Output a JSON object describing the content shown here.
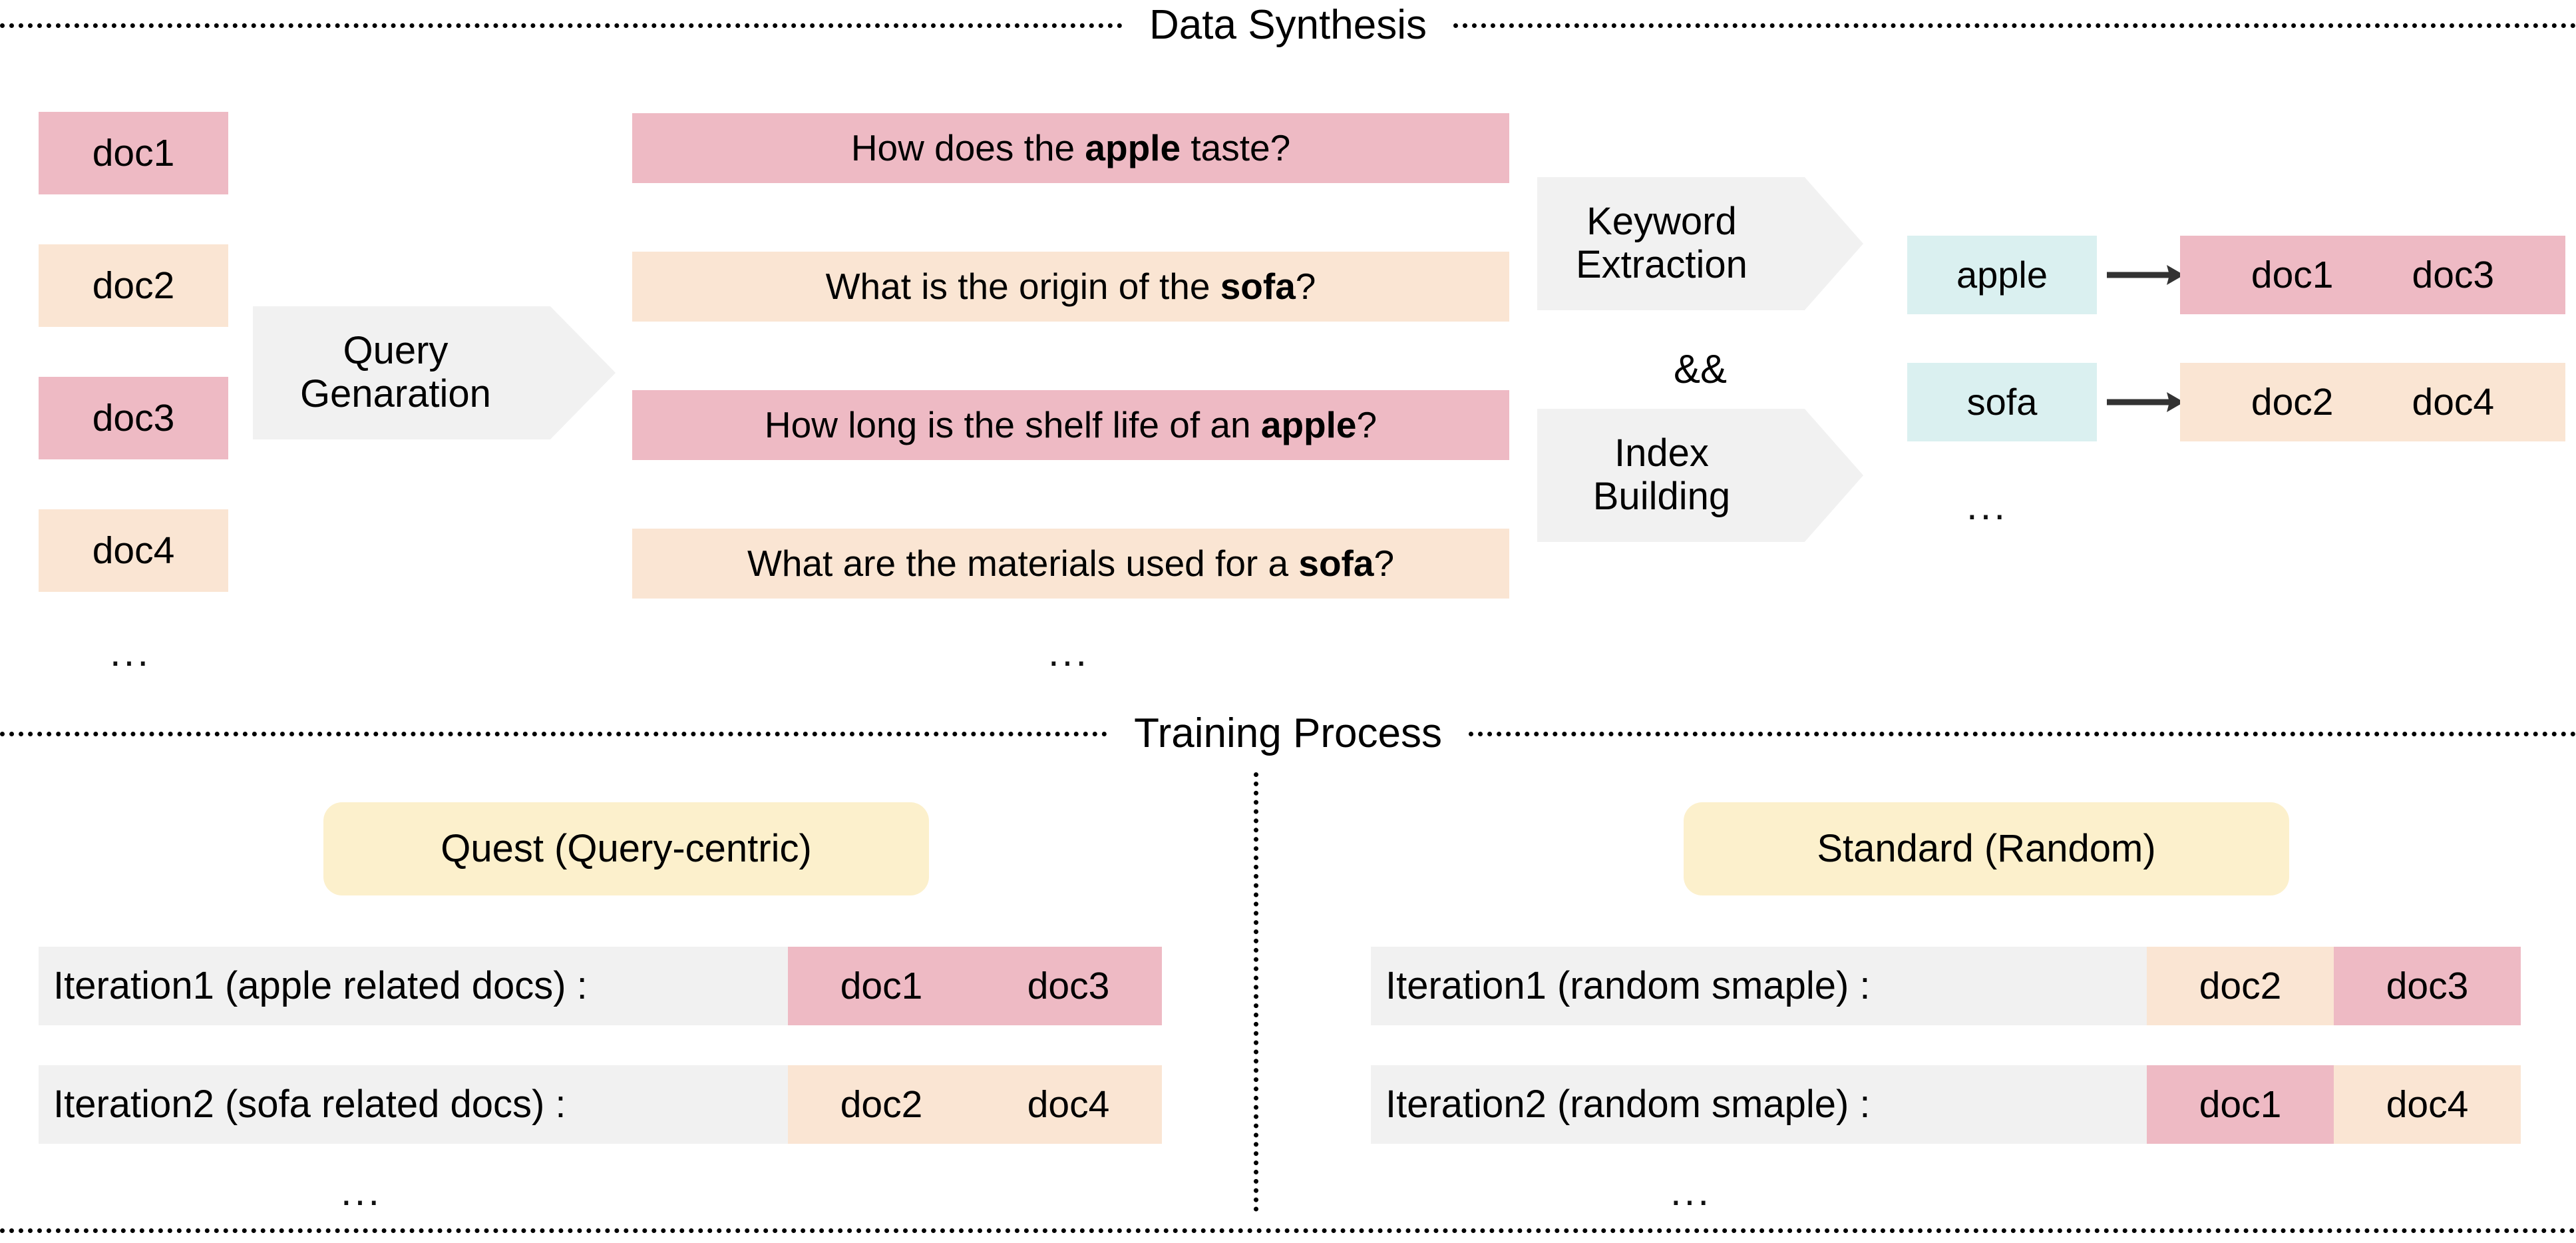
{
  "sections": {
    "top": {
      "title": "Data Synthesis"
    },
    "bottom": {
      "title": "Training Process"
    }
  },
  "corpus": {
    "ellipsis": "...",
    "docs": [
      {
        "label": "doc1",
        "color": "#eebac4"
      },
      {
        "label": "doc2",
        "color": "#fae5d3"
      },
      {
        "label": "doc3",
        "color": "#eebac4"
      },
      {
        "label": "doc4",
        "color": "#fae5d3"
      }
    ]
  },
  "query_generation": {
    "line1": "Query",
    "line2": "Genaration"
  },
  "queries": {
    "ellipsis": "...",
    "items": [
      {
        "pre": "How does the ",
        "keyword": "apple",
        "post": " taste?",
        "color": "#eebac4"
      },
      {
        "pre": "What is the origin of the ",
        "keyword": "sofa",
        "post": "?",
        "color": "#fae5d3"
      },
      {
        "pre": "How long is the shelf life of an ",
        "keyword": "apple",
        "post": "?",
        "color": "#eebac4"
      },
      {
        "pre": "What are the materials used for a ",
        "keyword": "sofa",
        "post": "?",
        "color": "#fae5d3"
      }
    ]
  },
  "pipeline": {
    "keyword_extraction": {
      "line1": "Keyword",
      "line2": "Extraction"
    },
    "conjunction": "&&",
    "index_building": {
      "line1": "Index",
      "line2": "Building"
    }
  },
  "index": {
    "ellipsis": "...",
    "entries": [
      {
        "keyword": "apple",
        "keyword_color": "#daf0f0",
        "docs_color": "#eebac4",
        "docs": [
          "doc1",
          "doc3"
        ]
      },
      {
        "keyword": "sofa",
        "keyword_color": "#daf0f0",
        "docs_color": "#fae5d3",
        "docs": [
          "doc2",
          "doc4"
        ]
      }
    ]
  },
  "training": {
    "left": {
      "title": "Quest (Query-centric)",
      "ellipsis": "...",
      "rows": [
        {
          "label": "Iteration1  (apple related docs) :",
          "docs": [
            {
              "label": "doc1",
              "color": "#eebac4"
            },
            {
              "label": "doc3",
              "color": "#eebac4"
            }
          ]
        },
        {
          "label": "Iteration2 (sofa related docs) :",
          "docs": [
            {
              "label": "doc2",
              "color": "#fae5d3"
            },
            {
              "label": "doc4",
              "color": "#fae5d3"
            }
          ]
        }
      ]
    },
    "right": {
      "title": "Standard (Random)",
      "ellipsis": "...",
      "rows": [
        {
          "label": "Iteration1 (random smaple) :",
          "docs": [
            {
              "label": "doc2",
              "color": "#fae5d3"
            },
            {
              "label": "doc3",
              "color": "#eebac4"
            }
          ]
        },
        {
          "label": "Iteration2 (random smaple) :",
          "docs": [
            {
              "label": "doc1",
              "color": "#eebac4"
            },
            {
              "label": "doc4",
              "color": "#fae5d3"
            }
          ]
        }
      ]
    }
  },
  "colors": {
    "pink": "#eebac4",
    "peach": "#fae5d3",
    "mint": "#daf0f0",
    "grey": "#f1f1f1",
    "yellow": "#fcf0cc",
    "ink": "#000000"
  }
}
